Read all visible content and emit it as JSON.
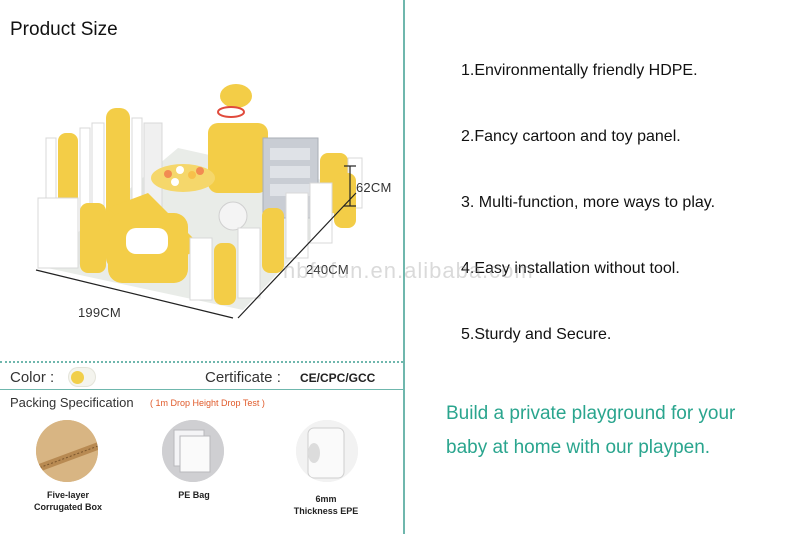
{
  "left": {
    "title": "Product Size",
    "dimensions": {
      "height": "62CM",
      "depth": "240CM",
      "width": "199CM"
    },
    "color_label": "Color :",
    "certificate_label": "Certificate :",
    "certificate_value": "CE/CPC/GCC",
    "packing_title": "Packing Specification",
    "packing_subtitle": "( 1m Drop Height Drop Test )",
    "packing_items": [
      {
        "line1": "Five-layer",
        "line2": "Corrugated Box"
      },
      {
        "line1": "PE Bag",
        "line2": ""
      },
      {
        "line1": "6mm",
        "line2": "Thickness EPE"
      }
    ]
  },
  "right": {
    "features": [
      "1.Environmentally friendly HDPE.",
      "2.Fancy cartoon and toy panel.",
      "3. Multi-function, more ways to play.",
      "4.Easy installation without tool.",
      "5.Sturdy and Secure."
    ],
    "promo_line1": "Build a private playground for your",
    "promo_line2": "baby at home with our playpen."
  },
  "watermark": "nbfofun.en.alibaba.com",
  "colors": {
    "accent_teal": "#6fb7ad",
    "promo_green": "#2aa58e",
    "yellow": "#f1cf4a",
    "drop_test_orange": "#e05a2a"
  }
}
